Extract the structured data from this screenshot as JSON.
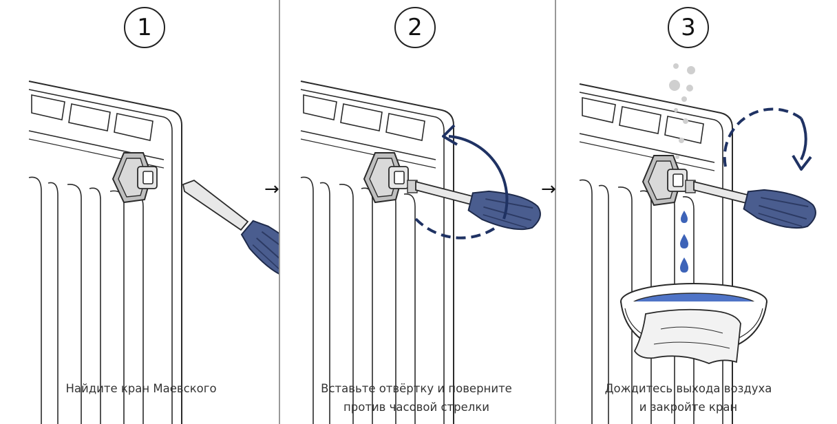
{
  "steps": [
    {
      "number": "1",
      "caption_lines": [
        "Найдите кран Маевского"
      ]
    },
    {
      "number": "2",
      "caption_lines": [
        "Вставьте отвёртку и поверните",
        "против часовой стрелки"
      ]
    },
    {
      "number": "3",
      "caption_lines": [
        "Дождитесь выхода воздуха",
        "и закройте кран"
      ]
    }
  ],
  "arrow_glyph": "→",
  "colors": {
    "outline": "#2a2a2a",
    "handle": "#4a5d8f",
    "handle_dark": "#2c3a63",
    "rotation_arrow": "#1f3263",
    "water": "#3d63b8",
    "bowl_water": "#4f74c7",
    "bubbles": "#c9c9c9"
  },
  "icons": [
    "radiator",
    "bleed-valve",
    "screwdriver",
    "counterclockwise-arrow",
    "air-bubbles",
    "water-drops",
    "bowl",
    "cloth"
  ]
}
